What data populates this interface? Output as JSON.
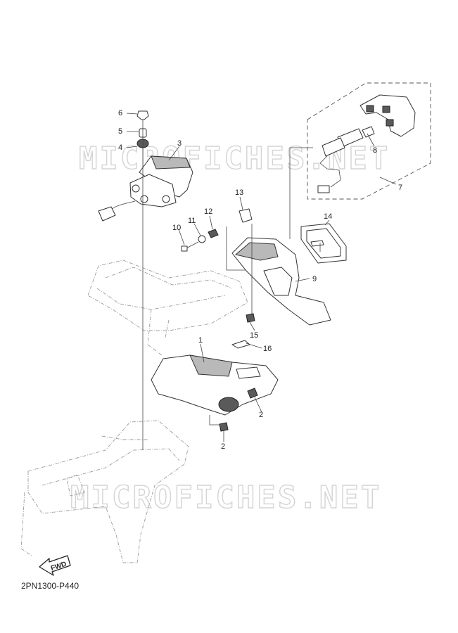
{
  "diagram": {
    "code": "2PN1300-P440",
    "watermark": "MICROFICHES.NET",
    "fwd_label": "FWD",
    "callouts": [
      "1",
      "2",
      "2",
      "3",
      "4",
      "5",
      "6",
      "7",
      "8",
      "9",
      "10",
      "11",
      "12",
      "13",
      "14",
      "15",
      "16"
    ]
  }
}
